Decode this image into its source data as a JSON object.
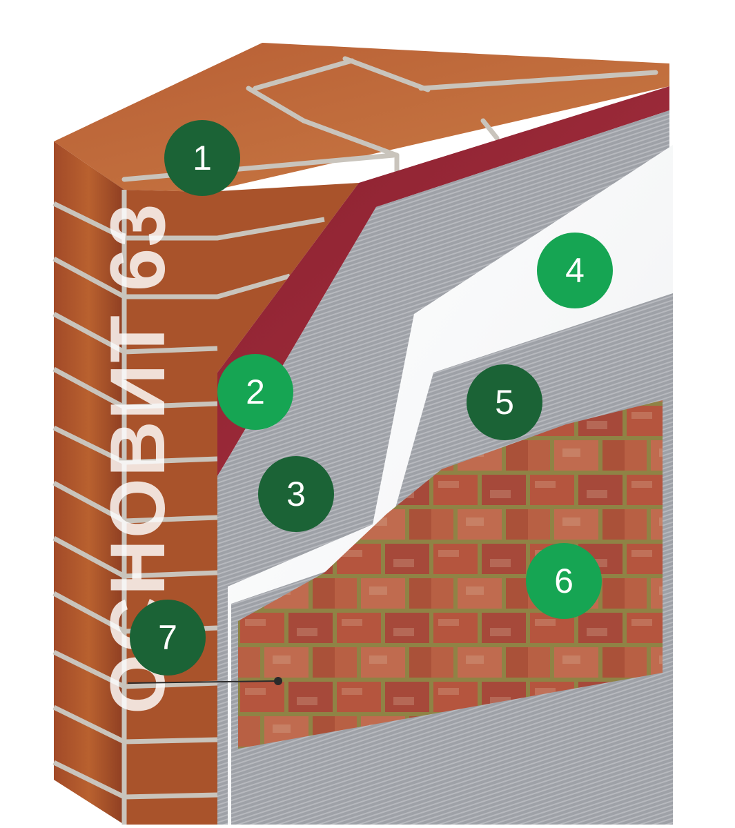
{
  "watermark": "ОСНОВИТ 63",
  "markers": [
    {
      "label": "1",
      "color": "#1b6336"
    },
    {
      "label": "2",
      "color": "#16a553"
    },
    {
      "label": "3",
      "color": "#1b6336"
    },
    {
      "label": "4",
      "color": "#16a553"
    },
    {
      "label": "5",
      "color": "#1b6336"
    },
    {
      "label": "6",
      "color": "#16a553"
    },
    {
      "label": "7",
      "color": "#1b6336"
    }
  ],
  "colors": {
    "brick": "#b0582f",
    "mortar": "#c9c4bc",
    "primer": "#9a2b38",
    "adhesive": "#9c9fa5",
    "insulation": "#fbfbfb",
    "facing_brick": "#b4553d",
    "facing_mortar": "#8f8345"
  }
}
